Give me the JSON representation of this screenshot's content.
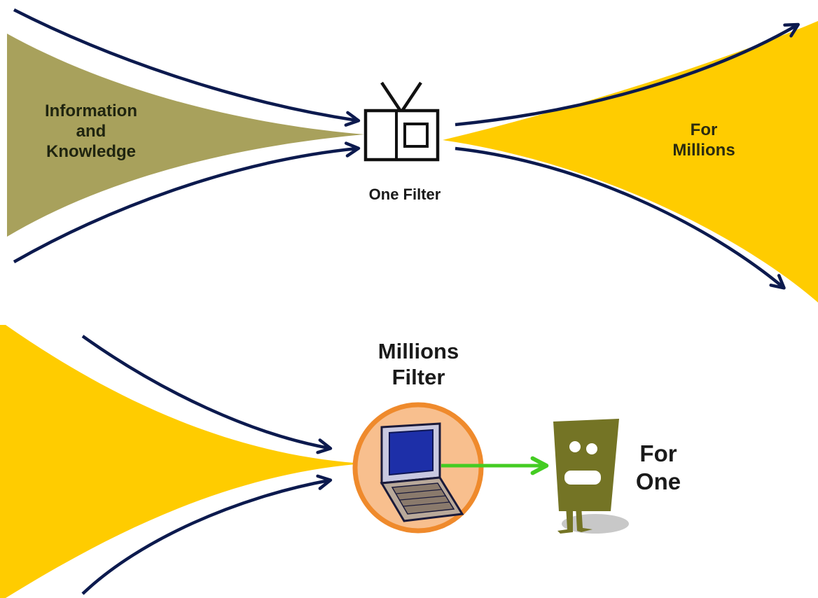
{
  "top_flow": {
    "source_label": [
      "Information",
      "and",
      "Knowledge"
    ],
    "filter_label": "One Filter",
    "output_label": [
      "For",
      "Millions"
    ]
  },
  "bottom_flow": {
    "filter_label": [
      "Millions",
      "Filter"
    ],
    "output_label": [
      "For",
      "One"
    ]
  },
  "colors": {
    "olive_wedge": "#a8a15c",
    "yellow_wedge": "#ffcc00",
    "arrow_navy": "#0c1a4e",
    "green_arrow": "#44cc22",
    "orange_circle_fill": "#f8bf8e",
    "orange_circle_stroke": "#ef8a2c",
    "screen_blue": "#1d2fa8",
    "figure_olive": "#747425",
    "figure_shadow": "#c8c8c8"
  },
  "icons": [
    "tv-icon",
    "laptop-icon",
    "person-figure-icon"
  ]
}
